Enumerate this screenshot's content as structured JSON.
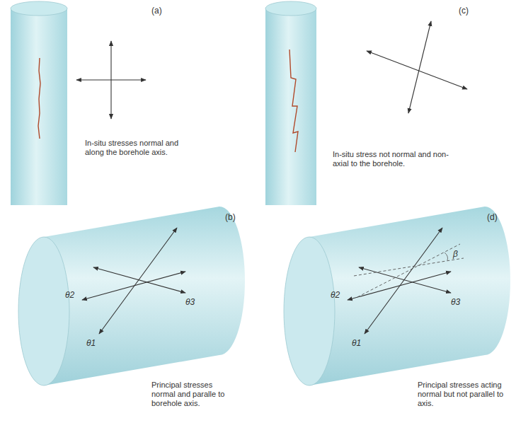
{
  "diagram": {
    "labels": [
      "(a)",
      "In-situ stresses normal and along the borehole axis.",
      "(c)",
      "In-situ stress not normal and non-axial to the borehole.",
      "(b)",
      "θ2",
      "θ3",
      "θ1",
      "Principal stresses normal and paralle to borehole axis.",
      "(d)",
      "β",
      "θ2",
      "θ3",
      "θ1",
      "Principal stresses acting normal but not parallel to axis."
    ]
  }
}
